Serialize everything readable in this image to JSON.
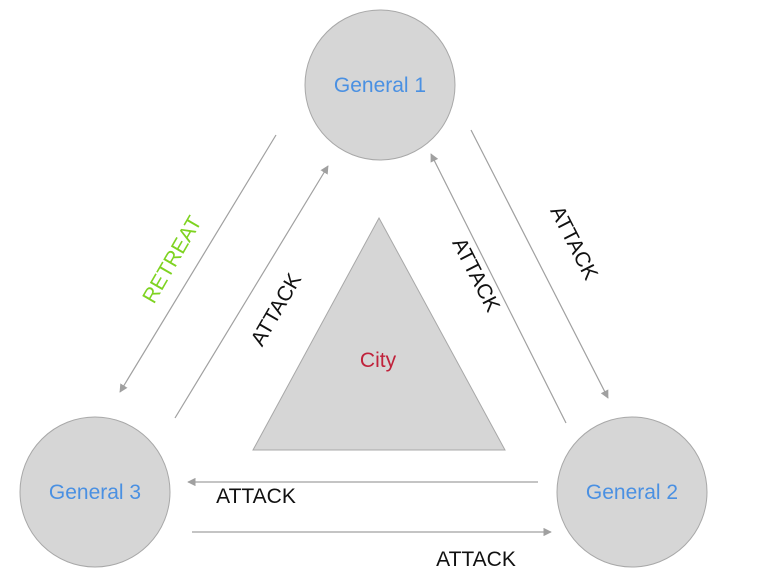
{
  "colors": {
    "node_fill": "#d6d6d6",
    "node_stroke": "#a8a8a8",
    "general_text": "#4a90e2",
    "city_text": "#c0223b",
    "attack_text": "#111111",
    "retreat_text": "#7ed321",
    "arrow": "#a0a0a0"
  },
  "nodes": {
    "general1": "General 1",
    "general2": "General 2",
    "general3": "General 3",
    "city": "City"
  },
  "edges": {
    "g1_to_g3": "RETREAT",
    "g3_to_g1": "ATTACK",
    "g2_to_g1": "ATTACK",
    "g1_to_g2": "ATTACK",
    "g2_to_g3": "ATTACK",
    "g3_to_g2": "ATTACK"
  }
}
